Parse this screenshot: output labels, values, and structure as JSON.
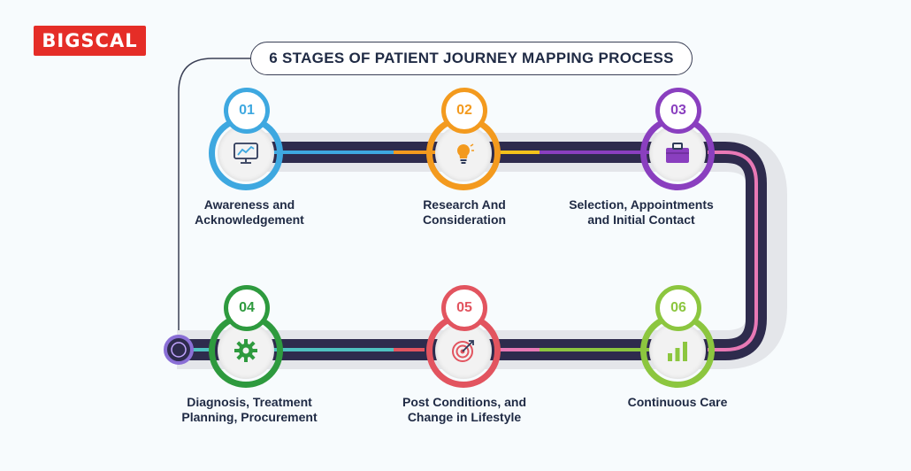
{
  "brand": {
    "logo_text": "BIGSCAL",
    "color": "#e52d27"
  },
  "title": "6 STAGES OF PATIENT JOURNEY MAPPING PROCESS",
  "stages": [
    {
      "number": "01",
      "label_line1": "Awareness and",
      "label_line2": "Acknowledgement",
      "color": "#3ea8e0",
      "icon": "monitor-chart-icon"
    },
    {
      "number": "02",
      "label_line1": "Research And",
      "label_line2": "Consideration",
      "color": "#f39a1e",
      "icon": "lightbulb-icon"
    },
    {
      "number": "03",
      "label_line1": "Selection, Appointments",
      "label_line2": "and Initial Contact",
      "color": "#8a3fbf",
      "icon": "briefcase-icon"
    },
    {
      "number": "04",
      "label_line1": "Diagnosis, Treatment",
      "label_line2": "Planning, Procurement",
      "color": "#2e9a3e",
      "icon": "gear-icon"
    },
    {
      "number": "05",
      "label_line1": "Post Conditions, and",
      "label_line2": "Change in Lifestyle",
      "color": "#e2545f",
      "icon": "target-icon"
    },
    {
      "number": "06",
      "label_line1": "Continuous Care",
      "label_line2": "",
      "color": "#8cc63f",
      "icon": "bar-chart-icon"
    }
  ]
}
